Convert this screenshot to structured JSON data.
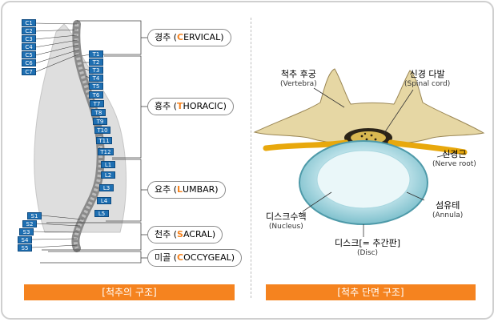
{
  "left_section": {
    "banner": "[척추의 구조]",
    "cervical": [
      "C1",
      "C2",
      "C3",
      "C4",
      "C5",
      "C6",
      "C7"
    ],
    "thoracic": [
      "T1",
      "T2",
      "T3",
      "T4",
      "T5",
      "T6",
      "T7",
      "T8",
      "T9",
      "T10",
      "T11",
      "T12"
    ],
    "lumbar": [
      "L1",
      "L2",
      "L3",
      "L4",
      "L5"
    ],
    "sacral": [
      "S1",
      "S2",
      "S3",
      "S4",
      "S5"
    ],
    "regions": [
      {
        "ko": "경추 (",
        "hl": "C",
        "rest": "ERVICAL)"
      },
      {
        "ko": "흉추 (",
        "hl": "T",
        "rest": "HORACIC)"
      },
      {
        "ko": "요추 (",
        "hl": "L",
        "rest": "UMBAR)"
      },
      {
        "ko": "천추 (",
        "hl": "S",
        "rest": "ACRAL)"
      },
      {
        "ko": "미골 (",
        "hl": "C",
        "rest": "OCCYGEAL)"
      }
    ]
  },
  "right_section": {
    "banner": "[척추 단면 구조]",
    "labels": {
      "vertebra": {
        "ko": "척추 후궁",
        "en": "(Vertebra)"
      },
      "spinal_cord": {
        "ko": "신경 다발",
        "en": "(Spinal cord)"
      },
      "nerve_root": {
        "ko": "신경근",
        "en": "(Nerve root)"
      },
      "annula": {
        "ko": "섬유테",
        "en": "(Annula)"
      },
      "nucleus": {
        "ko": "디스크수핵",
        "en": "(Nucleus)"
      },
      "disc": {
        "ko": "디스크[= 추간판]",
        "en": "(Disc)"
      }
    }
  },
  "colors": {
    "accent": "#f5831f",
    "label_blue": "#1e6fb2"
  }
}
